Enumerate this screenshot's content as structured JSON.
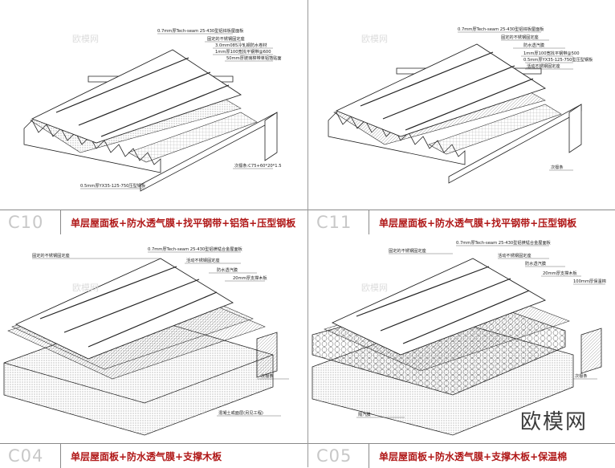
{
  "panels": [
    {
      "code": "C10",
      "title": "单层屋面板+防水透气膜+找平钢带+铝箔+压型钢板",
      "labels": {
        "top": "0.7mm厚Tech-seam 25-430型铝锌板屋面板",
        "l1": "固定的不锈钢固定座",
        "l2": "3.0mm085冷轧钢防水卷材",
        "l3": "1mm厚100宽找平钢带@600",
        "l4": "50mm厚玻璃棉带单铝箔贴面",
        "purlin": "次檩条:C75+60*20*1.5",
        "deck": "0.5mm厚YX35-125-750压型钢板"
      }
    },
    {
      "code": "C11",
      "title": "单层屋面板+防水透气膜+找平钢带+压型钢板",
      "labels": {
        "top": "0.7mm厚Tech-seam 25-430型铝锌板屋面板",
        "l1": "固定的不锈钢固定座",
        "l2": "防水透汽膜",
        "l3": "1mm厚100宽找平钢带@500",
        "l4": "0.5mm厚YX35-125-750型压型钢板",
        "l5": "活动不锈钢固定座",
        "purlin": "次檩条"
      }
    },
    {
      "code": "C04",
      "title": "单层屋面板+防水透气膜+支撑木板",
      "labels": {
        "top": "0.7mm厚Tech-seam 25-430型铝镁锰合金屋面板",
        "l1": "固定的不锈钢固定座",
        "l2": "活动不锈钢固定座",
        "l3": "防水透汽膜",
        "l4": "20mm厚支撑木板",
        "purlin": "次檩条",
        "base": "混凝土或面层(另见工程)"
      }
    },
    {
      "code": "C05",
      "title": "单层屋面板+防水透气膜+支撑木板+保温棉",
      "labels": {
        "top": "0.7mm厚Tech-seam 25-430型铝镁锰合金屋面板",
        "l1": "固定的不锈钢固定座",
        "l2": "活动不锈钢固定座",
        "l3": "防水透汽膜",
        "l4": "20mm厚支撑木板",
        "l5": "100mm厚保温棉",
        "purlin": "次檩条",
        "base": "隔汽膜"
      }
    }
  ],
  "brand": "欧模网",
  "watermark": "欧模网"
}
